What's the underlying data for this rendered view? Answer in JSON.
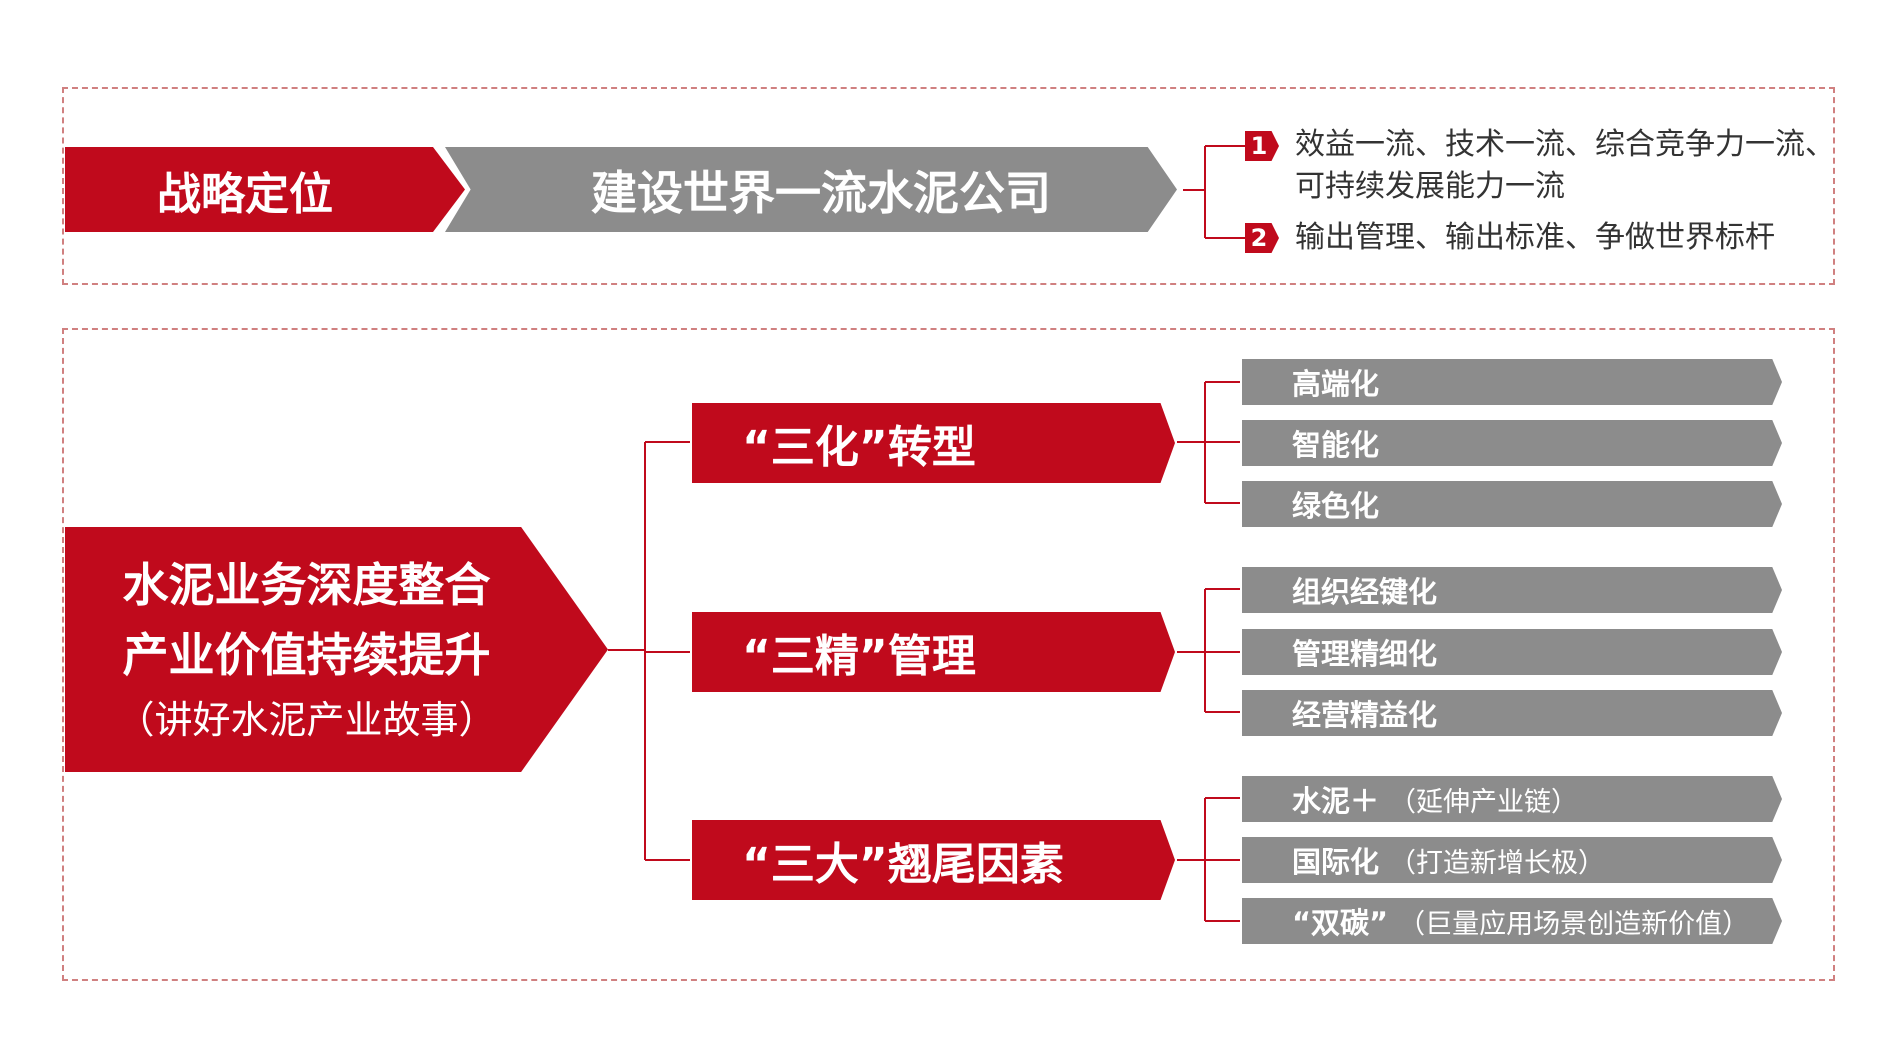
{
  "strategy": {
    "label": "战略定位",
    "goal": "建设世界一流水泥公司",
    "points": [
      {
        "num": "1",
        "text_line1": "效益一流、技术一流、综合竞争力一流、",
        "text_line2": "可持续发展能力一流"
      },
      {
        "num": "2",
        "text_line1": "输出管理、输出标准、争做世界标杆",
        "text_line2": ""
      }
    ]
  },
  "main": {
    "line1": "水泥业务深度整合",
    "line2": "产业价值持续提升",
    "line3": "（讲好水泥产业故事）"
  },
  "pillars": [
    {
      "label": "“三化”转型",
      "items": [
        {
          "text": "高端化",
          "note": ""
        },
        {
          "text": "智能化",
          "note": ""
        },
        {
          "text": "绿色化",
          "note": ""
        }
      ]
    },
    {
      "label": "“三精”管理",
      "items": [
        {
          "text": "组织经键化",
          "note": ""
        },
        {
          "text": "管理精细化",
          "note": ""
        },
        {
          "text": "经营精益化",
          "note": ""
        }
      ]
    },
    {
      "label": "“三大”翘尾因素",
      "items": [
        {
          "text": "水泥＋",
          "note": "（延伸产业链）"
        },
        {
          "text": "国际化",
          "note": "（打造新增长极）"
        },
        {
          "text": "“双碳”",
          "note": "（巨量应用场景创造新价值）"
        }
      ]
    }
  ],
  "colors": {
    "red": "#c00a1c",
    "gray": "#8c8c8c",
    "border": "#d08080",
    "text": "#333333"
  }
}
